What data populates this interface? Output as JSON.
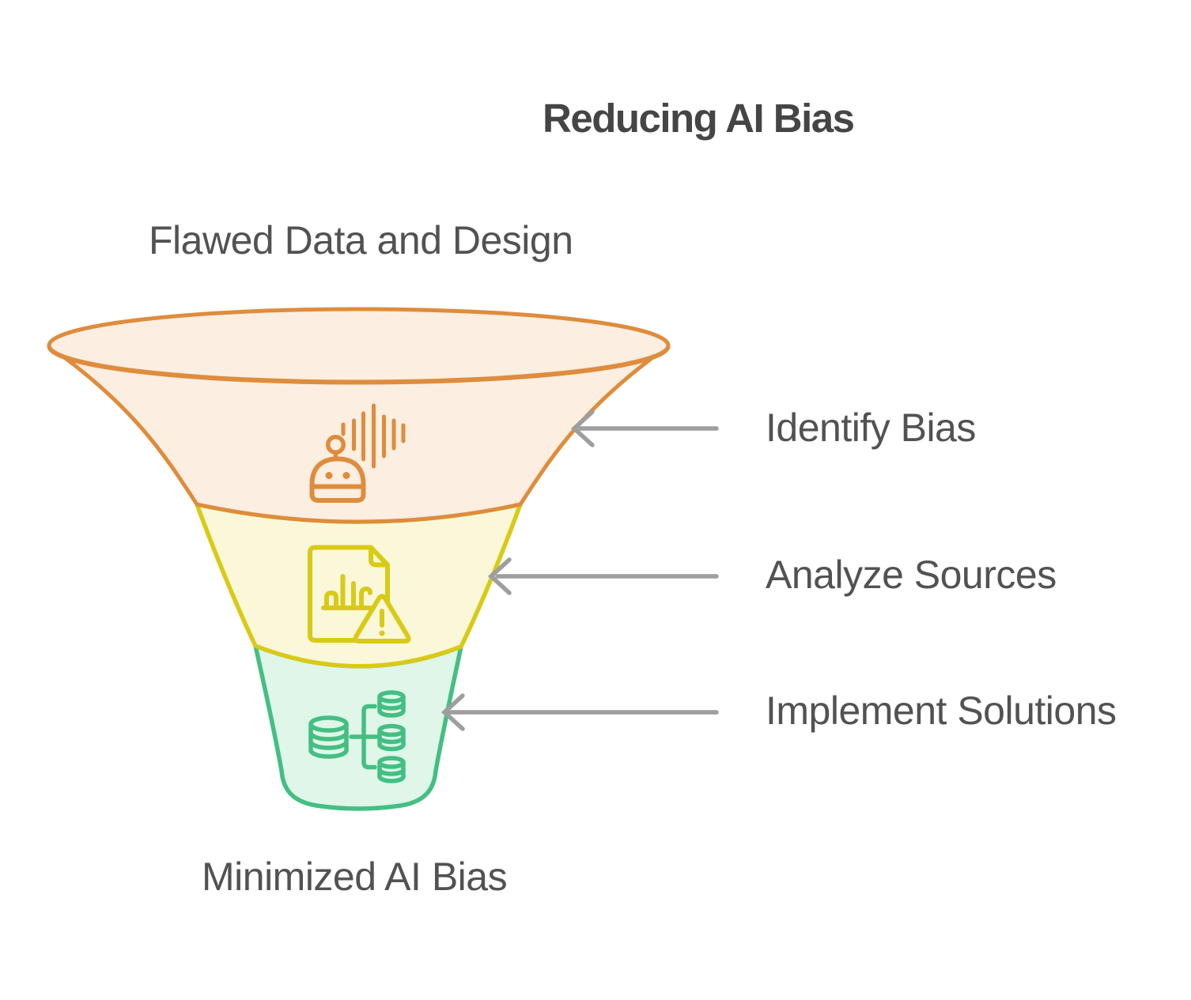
{
  "title": "Reducing AI Bias",
  "top_label": "Flawed Data and Design",
  "bottom_label": "Minimized AI Bias",
  "stages": [
    {
      "label": "Identify Bias",
      "icon": "robot-voice-icon",
      "stroke": "#DE8C3D",
      "fill": "#FCEEE0"
    },
    {
      "label": "Analyze Sources",
      "icon": "document-warning-icon",
      "stroke": "#D9CA16",
      "fill": "#FAF8D9"
    },
    {
      "label": "Implement Solutions",
      "icon": "database-shard-icon",
      "stroke": "#44BF83",
      "fill": "#DFF6E9"
    }
  ],
  "colors": {
    "arrow": "#9E9E9E",
    "text": "#525252",
    "title_text": "#454545",
    "background": "#FFFFFF"
  }
}
